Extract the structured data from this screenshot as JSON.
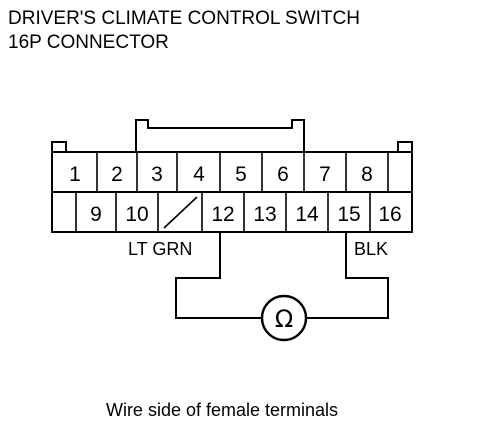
{
  "title": {
    "line1": "DRIVER'S CLIMATE CONTROL SWITCH",
    "line2": "16P CONNECTOR"
  },
  "connector": {
    "top_row": [
      "1",
      "2",
      "3",
      "4",
      "5",
      "6",
      "7",
      "8"
    ],
    "bottom_row": [
      "",
      "9",
      "10",
      "",
      "12",
      "13",
      "14",
      "15",
      "16"
    ],
    "unused_cavity_after": "10"
  },
  "wires": {
    "left_label": "LT GRN",
    "right_label": "BLK",
    "left_pin": "12",
    "right_pin": "15"
  },
  "meter": {
    "symbol": "Ω",
    "icon": "ohmmeter-icon"
  },
  "caption": "Wire side of female terminals"
}
